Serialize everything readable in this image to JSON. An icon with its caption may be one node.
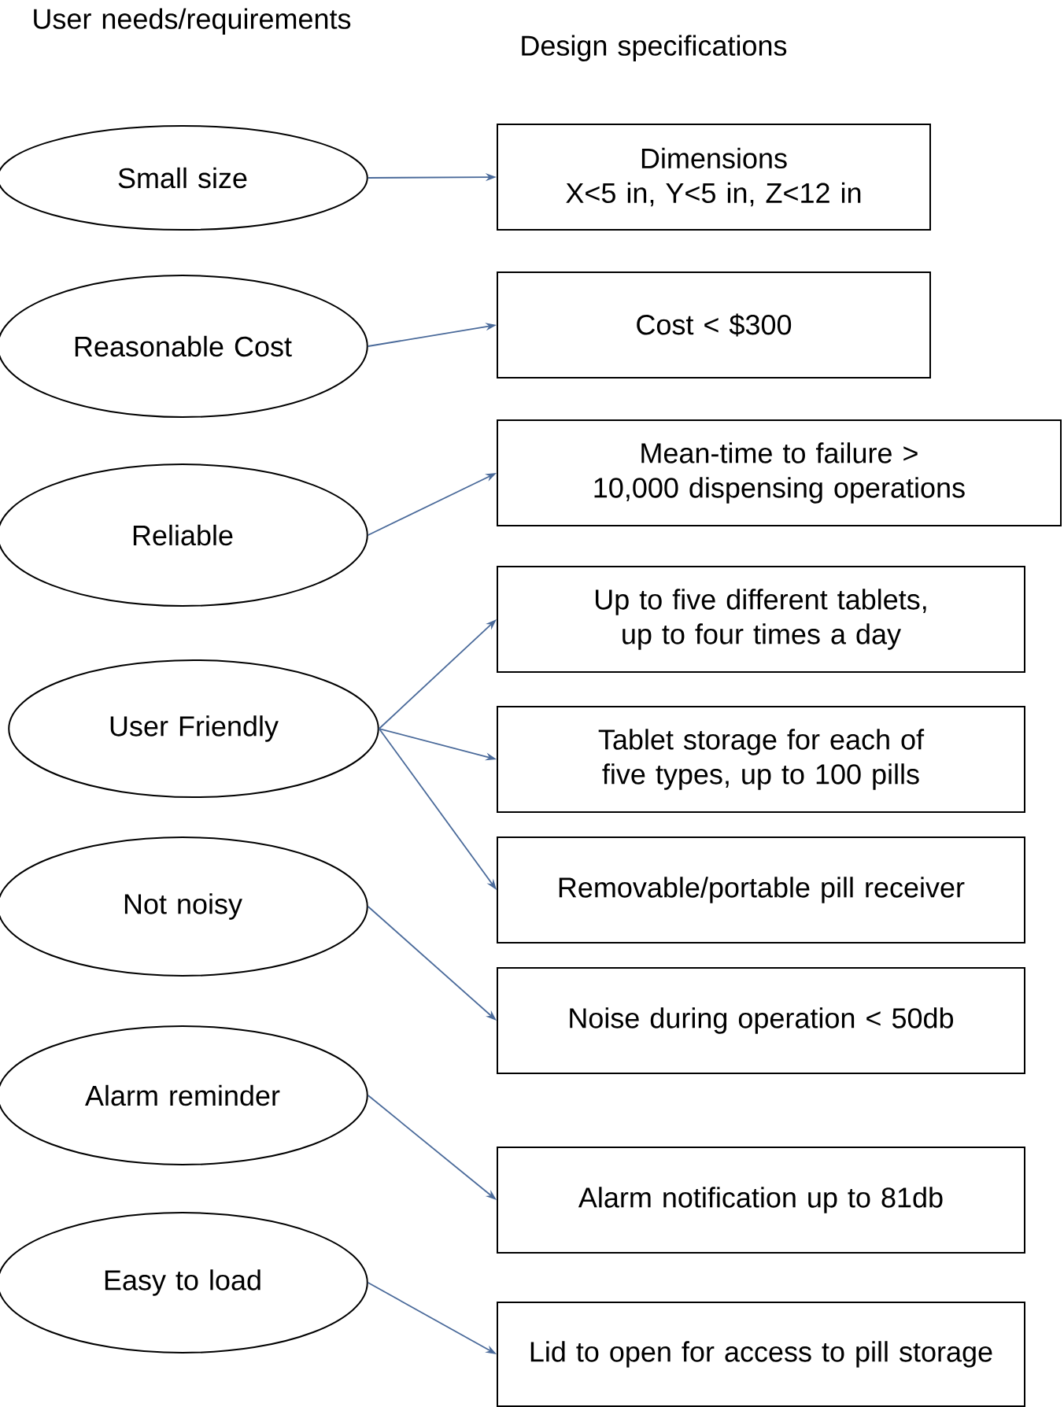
{
  "diagram": {
    "nodes": [
      {
        "text": [
          "Small size"
        ]
      },
      {
        "text": [
          "Dimensions",
          "X<5 in, Y<5 in, Z<12 in"
        ]
      },
      {
        "text": [
          "Reasonable Cost"
        ]
      },
      {
        "text": [
          "Cost < $300"
        ]
      },
      {
        "text": [
          "Reliable"
        ]
      },
      {
        "text": [
          "Mean-time to failure > 10,000 dispensing operations"
        ]
      },
      {
        "text": [
          "User Friendly"
        ]
      },
      {
        "text": [
          "Up to five different tablets, up to four times a day"
        ]
      },
      {
        "text": [
          "Tablet storage for each of five types, up to 100 pills"
        ]
      },
      {
        "text": [
          "Removable/portable pill receiver"
        ]
      },
      {
        "text": [
          "Not noisy"
        ]
      },
      {
        "text": [
          "Noise during operation < 50db"
        ]
      },
      {
        "text": [
          "Alarm reminder"
        ]
      },
      {
        "text": [
          "Alarm notification up to 81db"
        ]
      },
      {
        "text": [
          "Easy to load"
        ]
      },
      {
        "text": [
          "Lid to open for access to pill storage"
        ]
      }
    ],
    "edges": [
      {
        "from": 0,
        "to": 1,
        "arrow": "to"
      },
      {
        "from": 2,
        "to": 3,
        "arrow": "to"
      },
      {
        "from": 4,
        "to": 5,
        "arrow": "to"
      },
      {
        "from": 6,
        "to": 7,
        "arrow": "to"
      },
      {
        "from": 6,
        "to": 8,
        "arrow": "to"
      },
      {
        "from": 6,
        "to": 9,
        "arrow": "to"
      },
      {
        "from": 10,
        "to": 11,
        "arrow": "to"
      },
      {
        "from": 12,
        "to": 13,
        "arrow": "to"
      },
      {
        "from": 14,
        "to": 15,
        "arrow": "to"
      }
    ],
    "labels": [
      "User needs/requirements",
      "Design specifications"
    ]
  }
}
